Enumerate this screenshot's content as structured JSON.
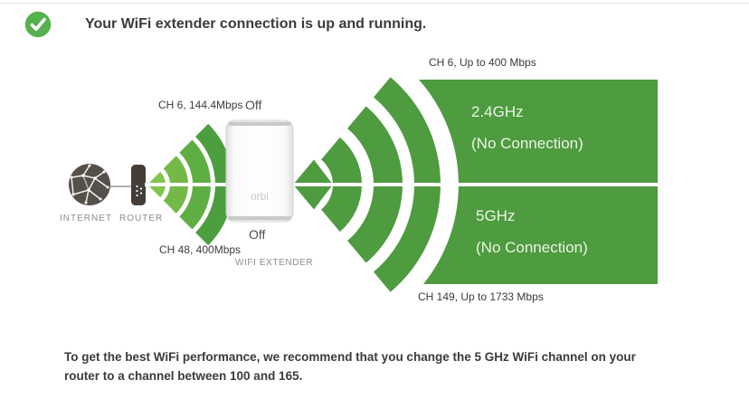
{
  "header": {
    "title": "Your WiFi extender connection is up and running.",
    "status_icon": "green-checkmark"
  },
  "diagram": {
    "internet_label": "INTERNET",
    "router_label": "ROUTER",
    "router_links": {
      "ch_24": "CH 6, 144.4Mbps",
      "ch_5": "CH 48, 400Mbps"
    },
    "extender": {
      "brand": "orbi",
      "label": "WIFI EXTENDER",
      "radio_24_status": "Off",
      "radio_5_status": "Off"
    },
    "extender_links": {
      "ch_24": "CH 6, Up to 400 Mbps",
      "ch_5": "CH 149, Up to 1733 Mbps"
    },
    "bands": [
      {
        "name": "2.4GHz",
        "status": "(No Connection)"
      },
      {
        "name": "5GHz",
        "status": "(No Connection)"
      }
    ],
    "colors": {
      "brand_green": "#4e9b40",
      "check_green": "#54b14d",
      "wave_gradient": [
        "#85c44d",
        "#74b948",
        "#5fae44",
        "#4c9e3f"
      ],
      "device_dark": "#4a423b",
      "band_text": "#eaf5e3"
    }
  },
  "footer": {
    "line1": "To get the best WiFi performance, we recommend that you change the 5 GHz WiFi channel on your",
    "line2": "router to a channel between 100 and 165."
  }
}
